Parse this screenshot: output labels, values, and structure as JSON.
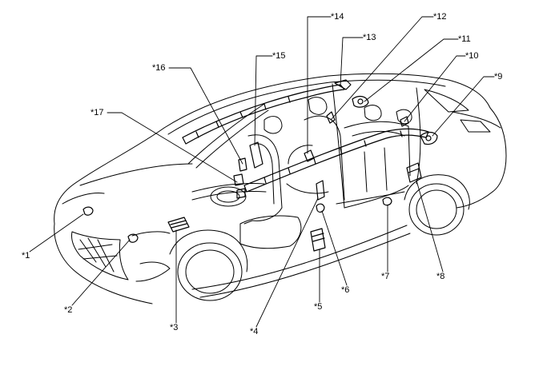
{
  "colors": {
    "line": "#000000",
    "background": "#ffffff"
  },
  "labels": {
    "c1": "*1",
    "c2": "*2",
    "c3": "*3",
    "c4": "*4",
    "c5": "*5",
    "c6": "*6",
    "c7": "*7",
    "c8": "*8",
    "c9": "*9",
    "c10": "*10",
    "c11": "*11",
    "c12": "*12",
    "c13": "*13",
    "c14": "*14",
    "c15": "*15",
    "c16": "*16",
    "c17": "*17"
  }
}
